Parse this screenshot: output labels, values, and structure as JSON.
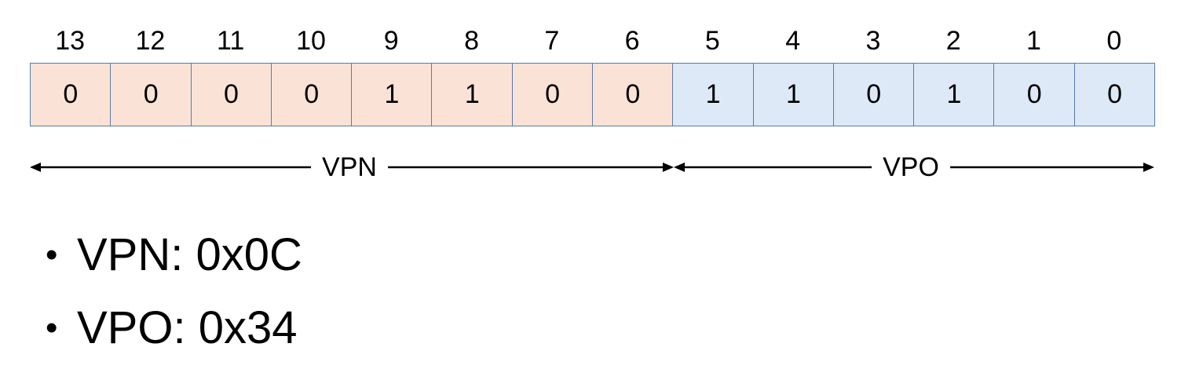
{
  "bits": [
    {
      "index": "13",
      "value": "0",
      "field": "vpn"
    },
    {
      "index": "12",
      "value": "0",
      "field": "vpn"
    },
    {
      "index": "11",
      "value": "0",
      "field": "vpn"
    },
    {
      "index": "10",
      "value": "0",
      "field": "vpn"
    },
    {
      "index": "9",
      "value": "1",
      "field": "vpn"
    },
    {
      "index": "8",
      "value": "1",
      "field": "vpn"
    },
    {
      "index": "7",
      "value": "0",
      "field": "vpn"
    },
    {
      "index": "6",
      "value": "0",
      "field": "vpn"
    },
    {
      "index": "5",
      "value": "1",
      "field": "vpo"
    },
    {
      "index": "4",
      "value": "1",
      "field": "vpo"
    },
    {
      "index": "3",
      "value": "0",
      "field": "vpo"
    },
    {
      "index": "2",
      "value": "1",
      "field": "vpo"
    },
    {
      "index": "1",
      "value": "0",
      "field": "vpo"
    },
    {
      "index": "0",
      "value": "0",
      "field": "vpo"
    }
  ],
  "fields": {
    "vpn_label": "VPN",
    "vpo_label": "VPO"
  },
  "bullets": [
    {
      "text": "VPN: 0x0C"
    },
    {
      "text": "VPO: 0x34"
    }
  ],
  "colors": {
    "vpn_fill": "#fae3d6",
    "vpo_fill": "#dde9f6",
    "cell_border": "#5b7ba8"
  }
}
